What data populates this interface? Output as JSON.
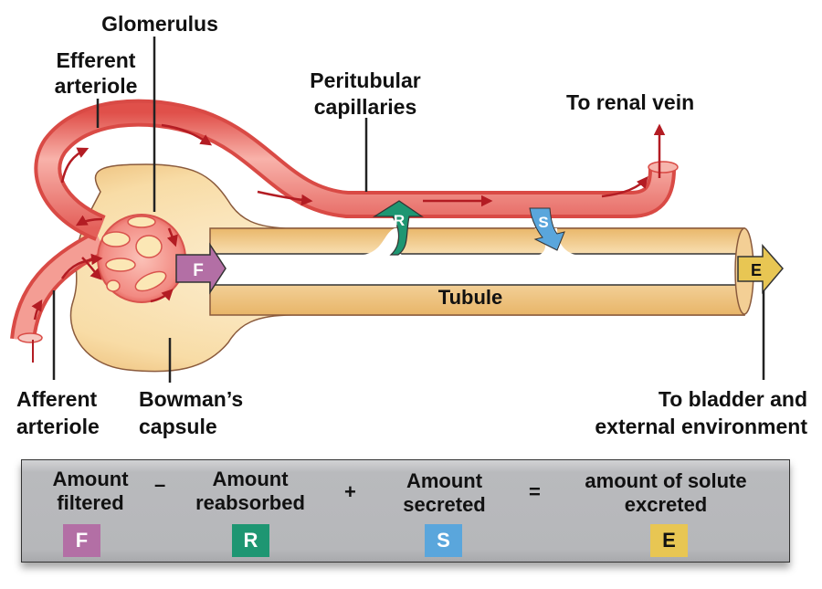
{
  "labels": {
    "glomerulus": "Glomerulus",
    "efferent_1": "Efferent",
    "efferent_2": "arteriole",
    "peritubular_1": "Peritubular",
    "peritubular_2": "capillaries",
    "renal_vein": "To renal vein",
    "tubule": "Tubule",
    "afferent_1": "Afferent",
    "afferent_2": "arteriole",
    "bowman_1": "Bowman’s",
    "bowman_2": "capsule",
    "bladder_1": "To bladder and",
    "bladder_2": "external environment"
  },
  "arrows": {
    "filtration": "F",
    "reabsorption": "R",
    "secretion": "S",
    "excretion": "E"
  },
  "colors": {
    "vessel": "#f0827c",
    "vessel_dark": "#c0322f",
    "tubule": "#f7d9a0",
    "filtered": "#b36fa5",
    "reabsorbed": "#1e9672",
    "secreted": "#5aa6dc",
    "excreted": "#e8c653"
  },
  "equation": {
    "terms": [
      {
        "line1": "Amount",
        "line2": "filtered",
        "badge": "F"
      },
      {
        "line1": "Amount",
        "line2": "reabsorbed",
        "badge": "R"
      },
      {
        "line1": "Amount",
        "line2": "secreted",
        "badge": "S"
      },
      {
        "line1": "amount of solute",
        "line2": "excreted",
        "badge": "E"
      }
    ],
    "operators": [
      "–",
      "+",
      "="
    ]
  }
}
